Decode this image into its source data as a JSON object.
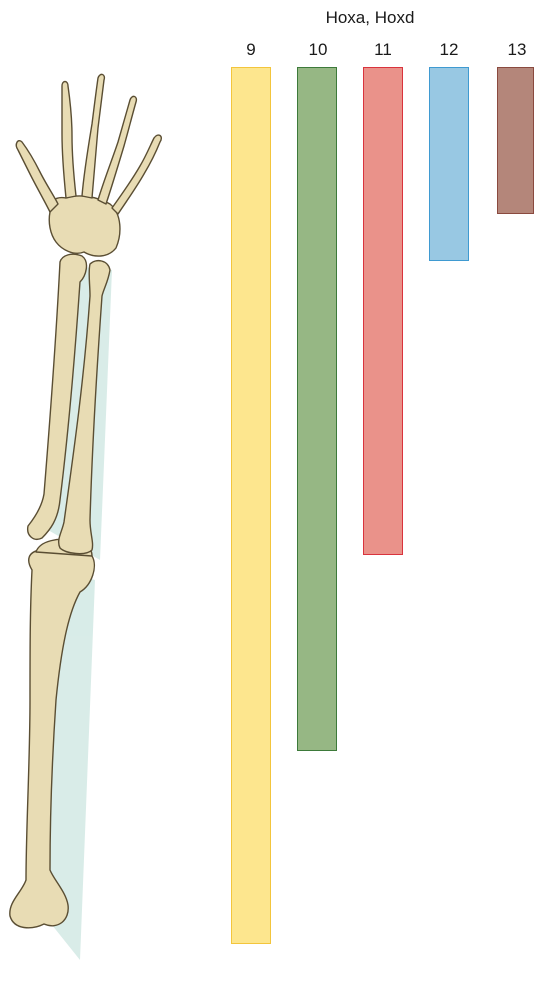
{
  "title": "Hoxa, Hoxd",
  "genes": [
    {
      "label": "9",
      "fill": "#fde68e",
      "stroke": "#f3c53c",
      "extent": 1.0
    },
    {
      "label": "10",
      "fill": "#96b784",
      "stroke": "#3d7a3a",
      "extent": 0.78
    },
    {
      "label": "11",
      "fill": "#ea928a",
      "stroke": "#d9333d",
      "extent": 0.556
    },
    {
      "label": "12",
      "fill": "#98c8e3",
      "stroke": "#3f9ad1",
      "extent": 0.221
    },
    {
      "label": "13",
      "fill": "#b4867a",
      "stroke": "#8a4a3f",
      "extent": 0.168
    }
  ],
  "colors": {
    "bone": "#e8dcb4",
    "bone_outline": "#5a4e33",
    "shadow": "#b9ddd6"
  }
}
